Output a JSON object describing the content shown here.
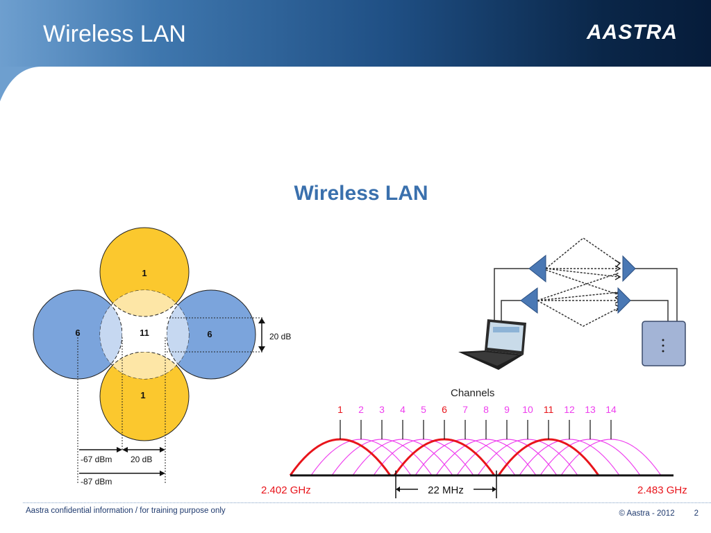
{
  "header": {
    "title": "Wireless LAN",
    "logo_text": "AASTRA"
  },
  "content": {
    "title": "Wireless LAN"
  },
  "cell_diagram": {
    "top_cell": "1",
    "left_cell": "6",
    "center_cell": "11",
    "right_cell": "6",
    "bottom_cell": "1",
    "side_margin": "20 dB",
    "edge_level": "-67 dBm",
    "overlap_margin": "20 dB",
    "far_level": "-87 dBm"
  },
  "channel_diagram": {
    "heading": "Channels",
    "channels": [
      "1",
      "2",
      "3",
      "4",
      "5",
      "6",
      "7",
      "8",
      "9",
      "10",
      "11",
      "12",
      "13",
      "14"
    ],
    "non_overlapping": [
      "1",
      "6",
      "11"
    ],
    "low_freq": "2.402 GHz",
    "high_freq": "2.483 GHz",
    "channel_width": "22 MHz"
  },
  "footer": {
    "confidential": "Aastra confidential information / for training purpose only",
    "copyright": "© Aastra - 2012",
    "page_number": "2"
  },
  "colors": {
    "header_dark": "#061c3a",
    "header_light": "#6e9fcf",
    "title_blue": "#3a70ad",
    "cell_yellow": "#fbc82e",
    "cell_blue": "#7ba4dc",
    "channel_red": "#e8141b",
    "channel_magenta": "#ee3fee"
  }
}
